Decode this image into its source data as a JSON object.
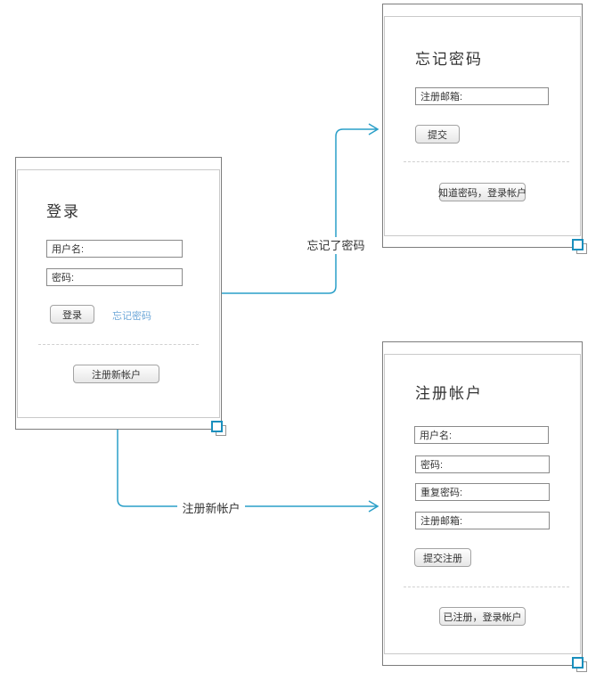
{
  "colors": {
    "connector_blue": "#2a9fc8",
    "handle_blue": "#1a8fbd",
    "link_blue": "#6fa8d8",
    "panel_border": "#7d7d7d",
    "inner_frame_border": "#c9c9c9",
    "text": "#333333"
  },
  "connectors": [
    {
      "label": "忘记了密码"
    },
    {
      "label": "注册新帐户"
    }
  ],
  "panels": {
    "login": {
      "title": "登录",
      "username_field": "用户名:",
      "password_field": "密码:",
      "login_button": "登录",
      "forgot_link": "忘记密码",
      "register_button": "注册新帐户"
    },
    "forgot": {
      "title": "忘记密码",
      "email_field": "注册邮箱:",
      "submit_button": "提交",
      "back_button": "知道密码，登录帐户"
    },
    "register": {
      "title": "注册帐户",
      "username_field": "用户名:",
      "password_field": "密码:",
      "repeat_password_field": "重复密码:",
      "email_field": "注册邮箱:",
      "submit_button": "提交注册",
      "back_button": "已注册，登录帐户"
    }
  }
}
